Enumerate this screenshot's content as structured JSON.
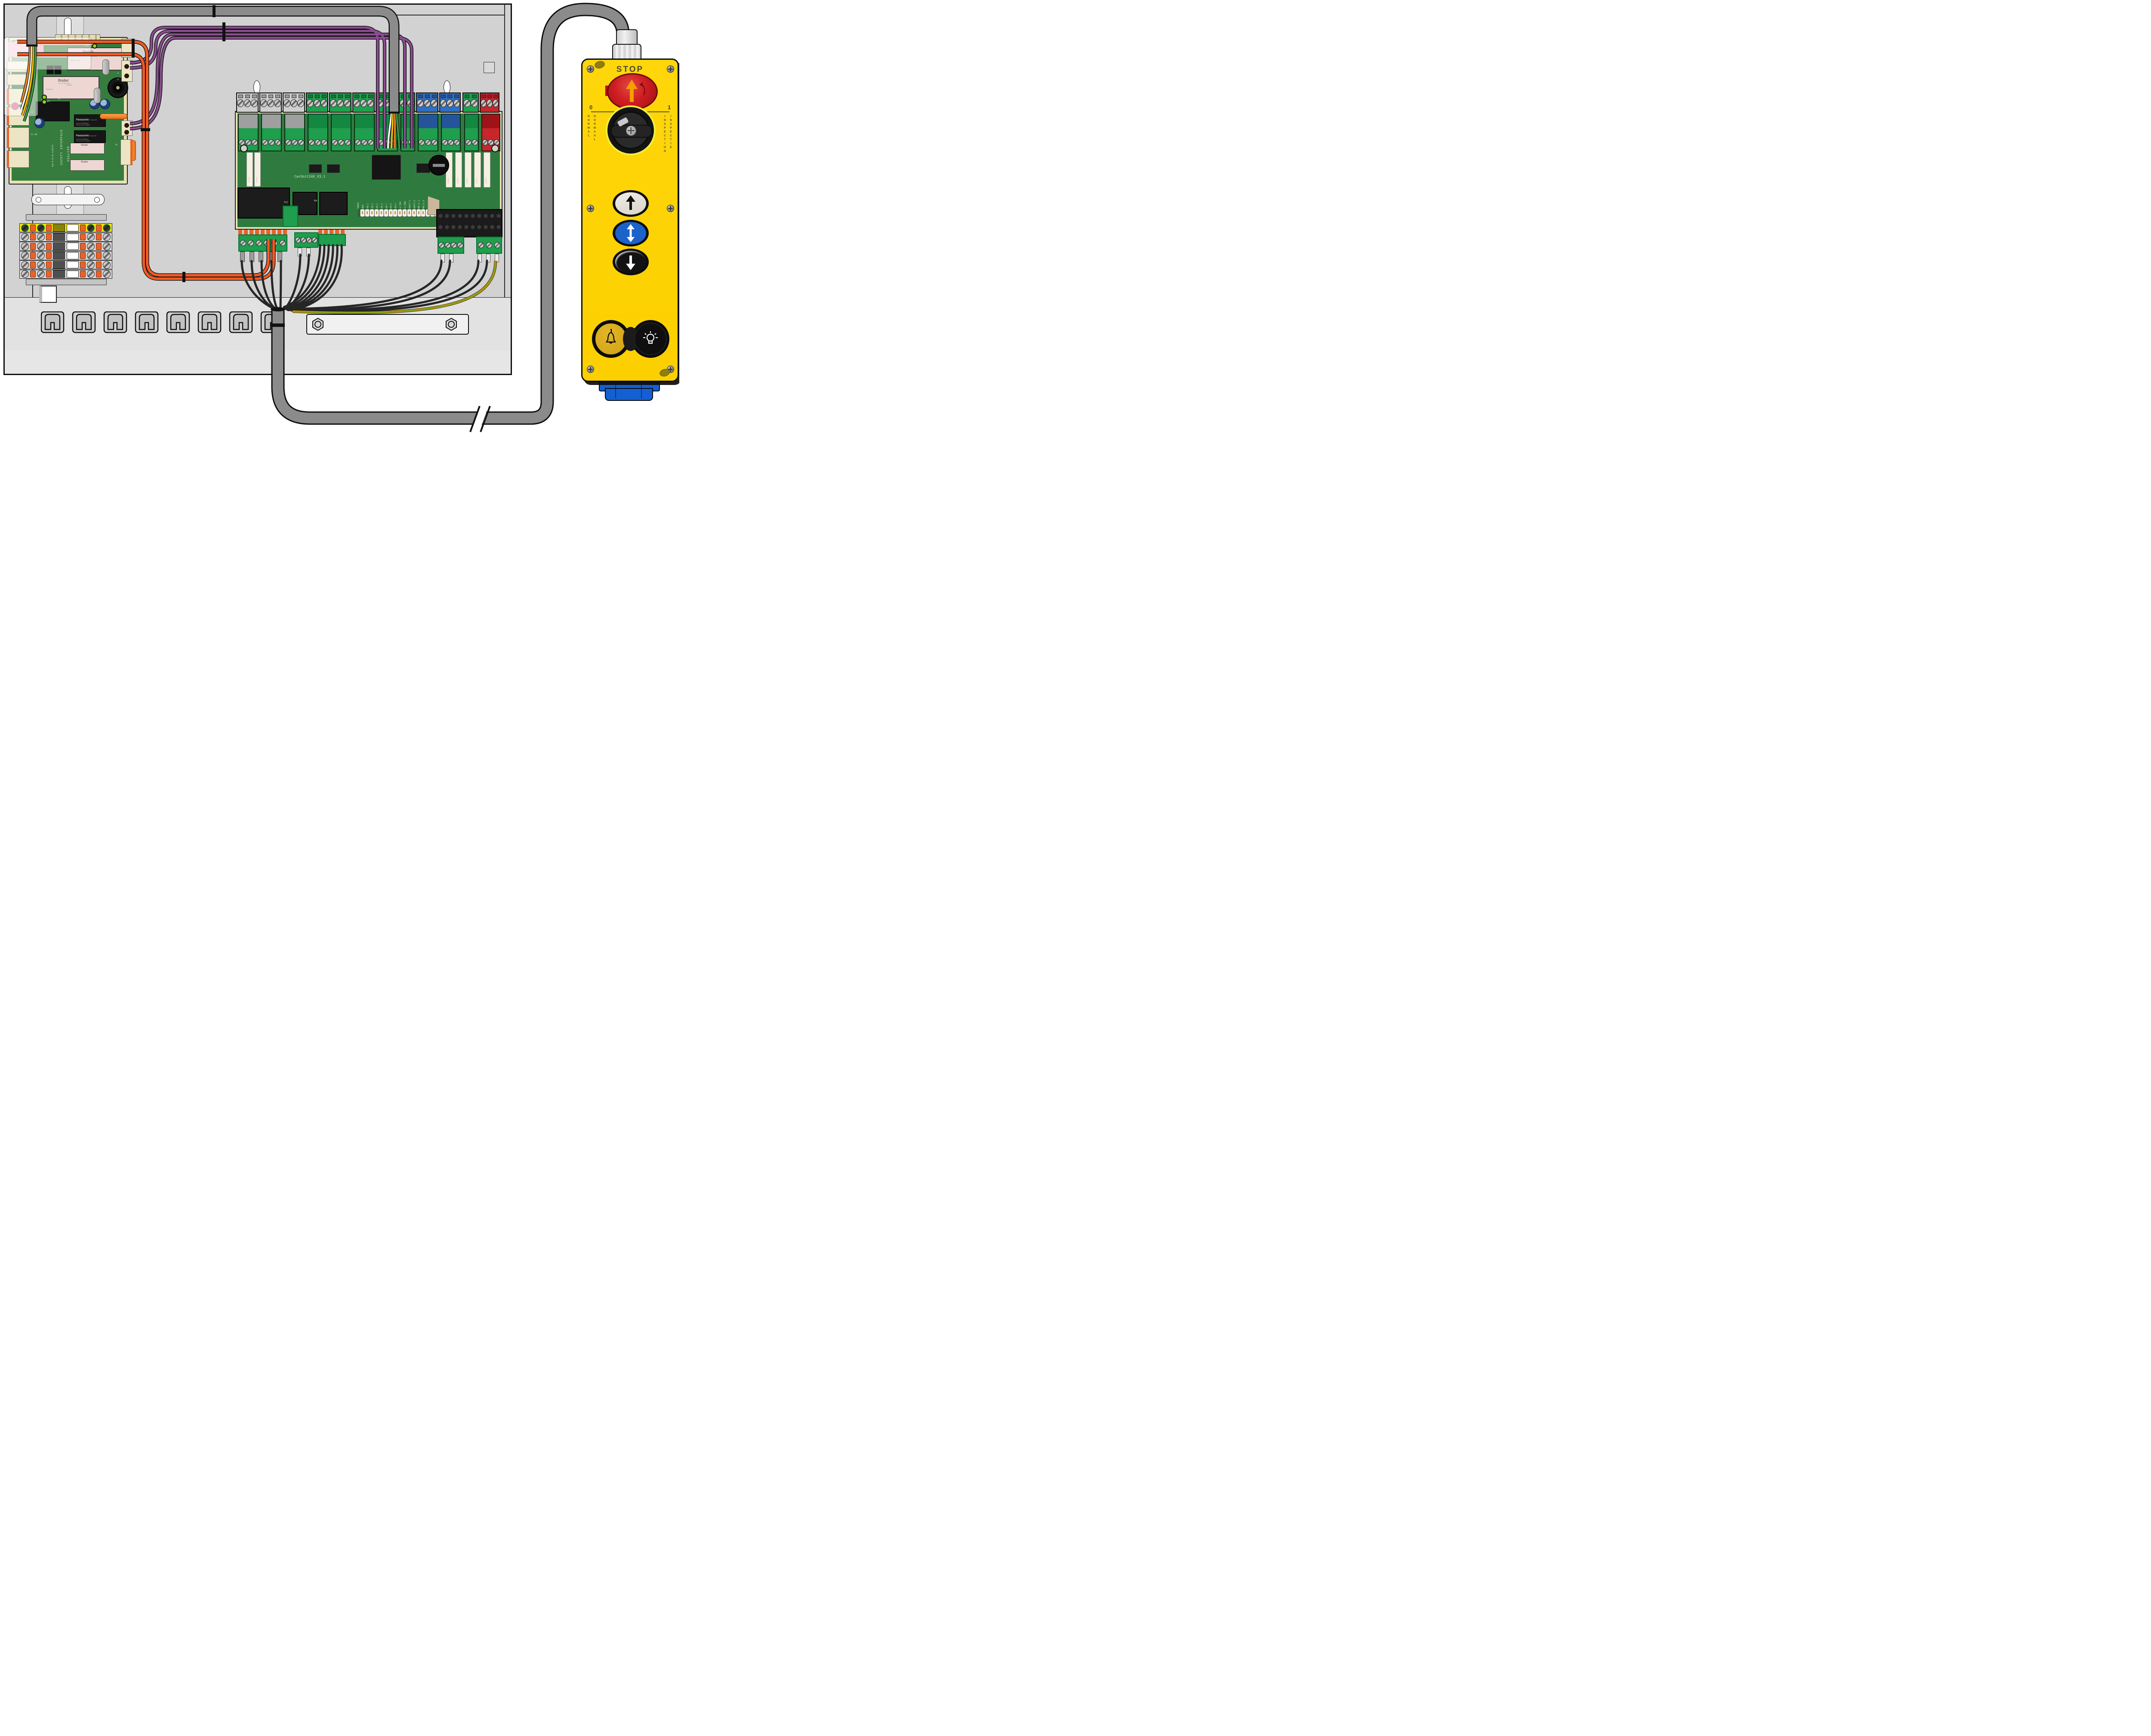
{
  "cabinet": {
    "body_color": "#d2d2d2",
    "band_color": "#e2e2e2",
    "border_color": "#101010"
  },
  "safety_board": {
    "silkscreen_line1": "SAFETY INTERFACE",
    "silkscreen_line2": "ASAv100",
    "cert_text": "94V-0 HY-01 E336576",
    "version_text": "v100",
    "micro_led1": "µP1",
    "micro_led2": "µP2",
    "micro_led3": "µP3",
    "jumper1": "J1",
    "jumper2": "J2",
    "connectors": {
      "x2": "X2 CAN",
      "x4": "X4",
      "x6": "X6",
      "x7": "X7",
      "ssl": "SSL",
      "sk": "SK"
    },
    "x7_pin_top": "27",
    "x7_pin_bottom": "26",
    "finder_relay": {
      "brand": "finder",
      "model": "30.14.9.02414310",
      "rating": "8A 250V",
      "origin": "Made in EU L09",
      "standard": "EN61810-3"
    },
    "panasonic_relay": {
      "brand": "Panasonic",
      "country": "THAILAND",
      "model": "ALDP124",
      "coil": "SPULE:24V",
      "rating": "5A250V~",
      "code": "80814Q"
    },
    "crystal": "Y1C25000H8"
  },
  "car_unit_board": {
    "name": "CarUnit24V_V3.1",
    "led_labels": [
      "CANBUS",
      "INSP",
      "LED_3",
      "LED_4",
      "LED_5",
      "LED_6",
      "LED_7",
      "LED_8",
      "LED_9",
      "LG_TUR1",
      "LG_TUR0",
      "SKRAFT_1",
      "SKRAFT_0",
      "END_CL_1",
      "END_CL_0",
      "END_OP_1",
      "END_OP_0"
    ],
    "connector_x63": "X63",
    "connector_x72": "X72",
    "ref_r80": "R80",
    "relay_part": "1916518"
  },
  "pendant": {
    "stop_label": "STOP",
    "selector": {
      "left_value": "0",
      "right_value": "1",
      "left_label_outer": "NORMAL",
      "left_label_inner": "NORMAAL",
      "right_label_inner": "INSPECTION",
      "right_label_outer": "INSPECTIE"
    },
    "colors": {
      "body": "#ffd400",
      "estop": "#cf1d22",
      "run_blue": "#1b63cb",
      "alarm_gold": "#d3a515"
    }
  },
  "wires": {
    "loop_cable": "#8b8b8b",
    "purple": "#8a4d8f",
    "orange": "#f05a24",
    "earth_yellow": "#f0b400",
    "earth_green": "#2f8f2f",
    "signal_black": "#2b2b2b"
  }
}
